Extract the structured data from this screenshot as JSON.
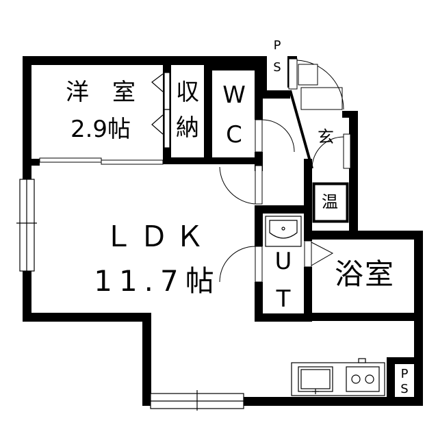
{
  "rooms": {
    "western": {
      "name": "洋　室",
      "area": "2.9帖"
    },
    "storage": {
      "line1": "収",
      "line2": "納"
    },
    "wc": {
      "line1": "W",
      "line2": "C"
    },
    "entrance": {
      "name": "玄"
    },
    "water_heater": {
      "name": "温"
    },
    "ldk": {
      "name": "ＬＤＫ",
      "area": "11.7帖"
    },
    "ut": {
      "line1": "U",
      "line2": "T"
    },
    "bath": {
      "name": "浴室"
    }
  },
  "ps_top": {
    "line1": "P",
    "line2": "S"
  },
  "ps_bottom": {
    "line1": "P",
    "line2": "S"
  }
}
